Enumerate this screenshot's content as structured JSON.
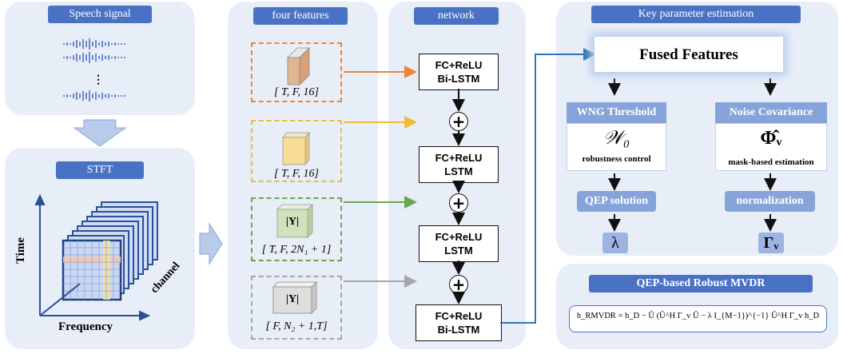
{
  "speech": {
    "title": "Speech signal",
    "dots": "⋮"
  },
  "stft": {
    "title": "STFT",
    "time_label": "Time",
    "freq_label": "Frequency",
    "channel_label": "channel"
  },
  "features": {
    "title": "four features",
    "items": [
      {
        "label": "[ T, F, 16]",
        "color": "#e8863b"
      },
      {
        "label": "[ T, F, 16]",
        "color": "#f0b93a"
      },
      {
        "label": "[ T, F, 2N₁ + 1]",
        "symbol": "|Y|",
        "color": "#6aa84f"
      },
      {
        "label": "[ F, N₂ + 1,T]",
        "symbol": "|Y|",
        "color": "#a6a6a6"
      }
    ]
  },
  "network": {
    "title": "network",
    "blocks": [
      {
        "line1": "FC+ReLU",
        "line2": "Bi-LSTM"
      },
      {
        "line1": "FC+ReLU",
        "line2": "LSTM"
      },
      {
        "line1": "FC+ReLU",
        "line2": "LSTM"
      },
      {
        "line1": "FC+ReLU",
        "line2": "Bi-LSTM"
      }
    ],
    "plus": "+"
  },
  "estimation": {
    "title": "Key parameter estimation",
    "fused": "Fused Features",
    "wng": {
      "title": "WNG Threshold",
      "symbol": "𝒲₀",
      "desc": "robustness control",
      "solution": "QEP solution",
      "output": "λ"
    },
    "noise": {
      "title": "Noise Covariance",
      "symbol": "Φ̂ᵥ",
      "desc": "mask-based estimation",
      "solution": "normalization",
      "output": "Γᵥ"
    }
  },
  "mvdr": {
    "title": "QEP-based Robust MVDR",
    "formula": "h_RMVDR = h_D − Ū (Ū^H Γ_v Ū − λ I_{M−1})^{−1} Ū^H Γ_v h_D"
  }
}
